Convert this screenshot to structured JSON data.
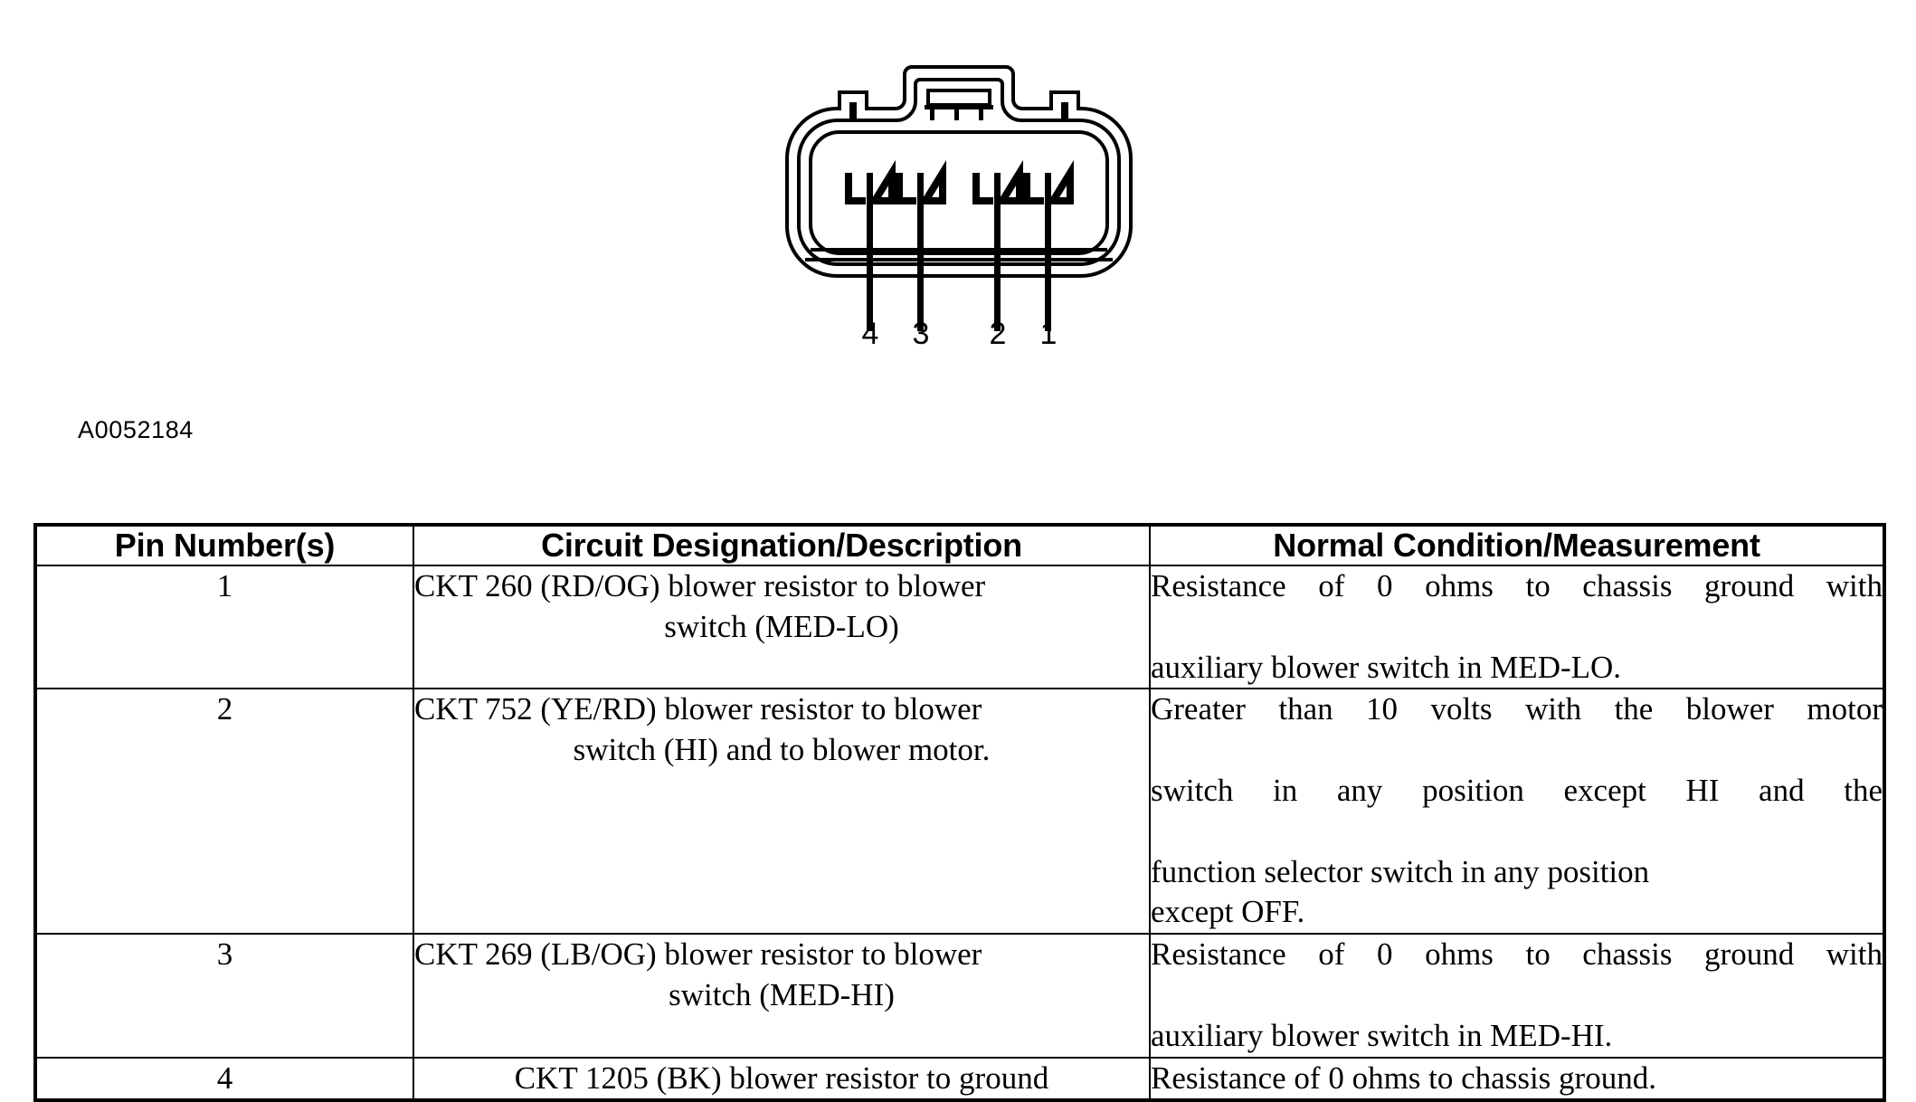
{
  "figure": {
    "id_label": "A0052184",
    "type": "connector-pinout-diagram",
    "pin_labels": [
      "4",
      "3",
      "2",
      "1"
    ],
    "pin_count": 4,
    "description": "Four-cavity electrical connector face view with locking tab on top; cavities numbered 4, 3, 2, 1 from left to right"
  },
  "table": {
    "headers": {
      "pin": "Pin Number(s)",
      "description": "Circuit Designation/Description",
      "measurement": "Normal Condition/Measurement"
    },
    "rows": [
      {
        "pin": "1",
        "description_lines": [
          "CKT 260 (RD/OG) blower resistor to blower",
          "switch (MED-LO)"
        ],
        "description": "CKT 260 (RD/OG) blower resistor to blower switch (MED-LO)",
        "measurement_lines": [
          "Resistance of 0 ohms to chassis ground with",
          "auxiliary blower switch in MED-LO."
        ],
        "measurement": "Resistance of 0 ohms to chassis ground with auxiliary blower switch in MED-LO."
      },
      {
        "pin": "2",
        "description_lines": [
          "CKT 752 (YE/RD) blower resistor to blower",
          "switch (HI) and to blower motor."
        ],
        "description": "CKT 752 (YE/RD) blower resistor to blower switch (HI) and to blower motor.",
        "measurement_lines": [
          "Greater than 10 volts with the blower motor",
          "switch in any position except HI and the",
          "function selector switch in any position",
          "except OFF."
        ],
        "measurement": "Greater than 10 volts with the blower motor switch in any position except HI and the function selector switch in any position except OFF."
      },
      {
        "pin": "3",
        "description_lines": [
          "CKT 269 (LB/OG) blower resistor to blower",
          "switch (MED-HI)"
        ],
        "description": "CKT 269 (LB/OG) blower resistor to blower switch (MED-HI)",
        "measurement_lines": [
          "Resistance of 0 ohms to chassis ground with",
          "auxiliary blower switch in MED-HI."
        ],
        "measurement": "Resistance of 0 ohms to chassis ground with auxiliary blower switch in MED-HI."
      },
      {
        "pin": "4",
        "description_lines": [
          "CKT 1205 (BK) blower resistor to ground"
        ],
        "description": "CKT 1205 (BK) blower resistor to ground",
        "measurement_lines": [
          "Resistance of 0 ohms to chassis ground."
        ],
        "measurement": "Resistance of 0 ohms to chassis ground."
      }
    ]
  },
  "colors": {
    "ink": "#000000",
    "background": "#ffffff"
  }
}
